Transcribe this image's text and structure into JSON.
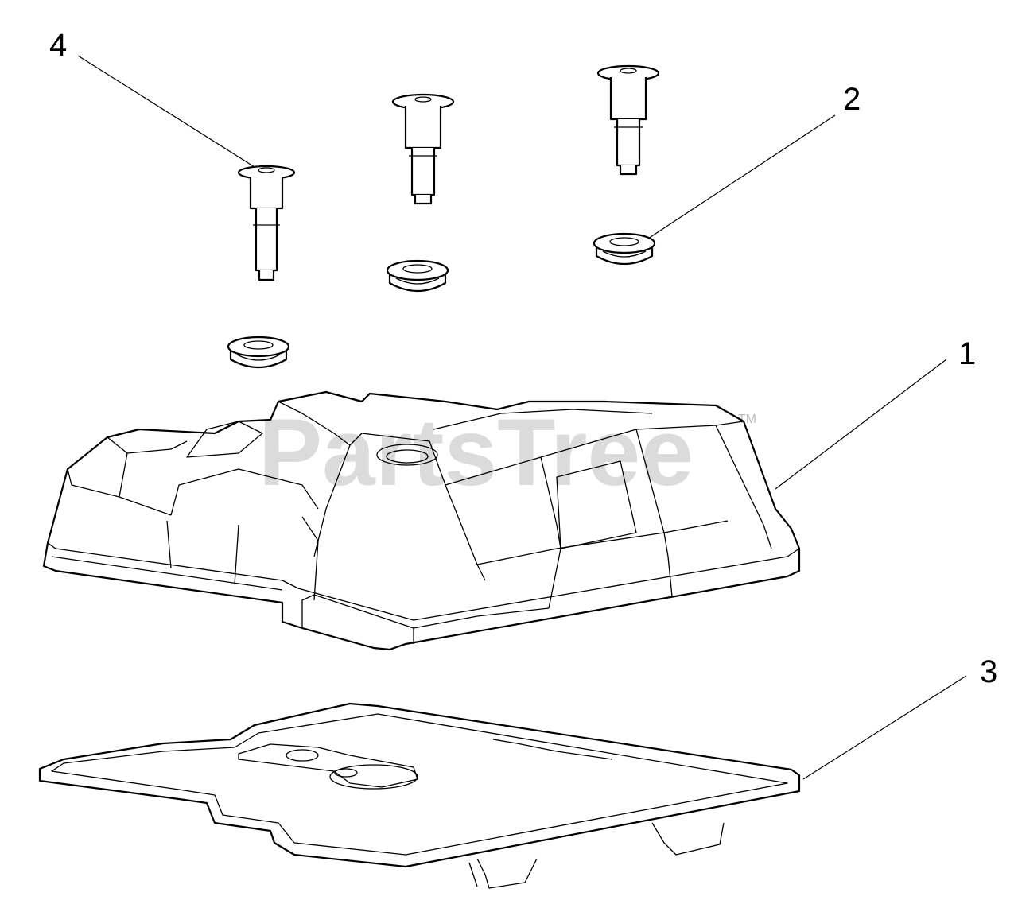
{
  "watermark": {
    "text": "PartsTree",
    "trademark": "TM"
  },
  "callouts": [
    {
      "id": "1",
      "label": "1",
      "part": "valve-cover"
    },
    {
      "id": "2",
      "label": "2",
      "part": "grommet"
    },
    {
      "id": "3",
      "label": "3",
      "part": "gasket"
    },
    {
      "id": "4",
      "label": "4",
      "part": "shoulder-bolt"
    }
  ]
}
